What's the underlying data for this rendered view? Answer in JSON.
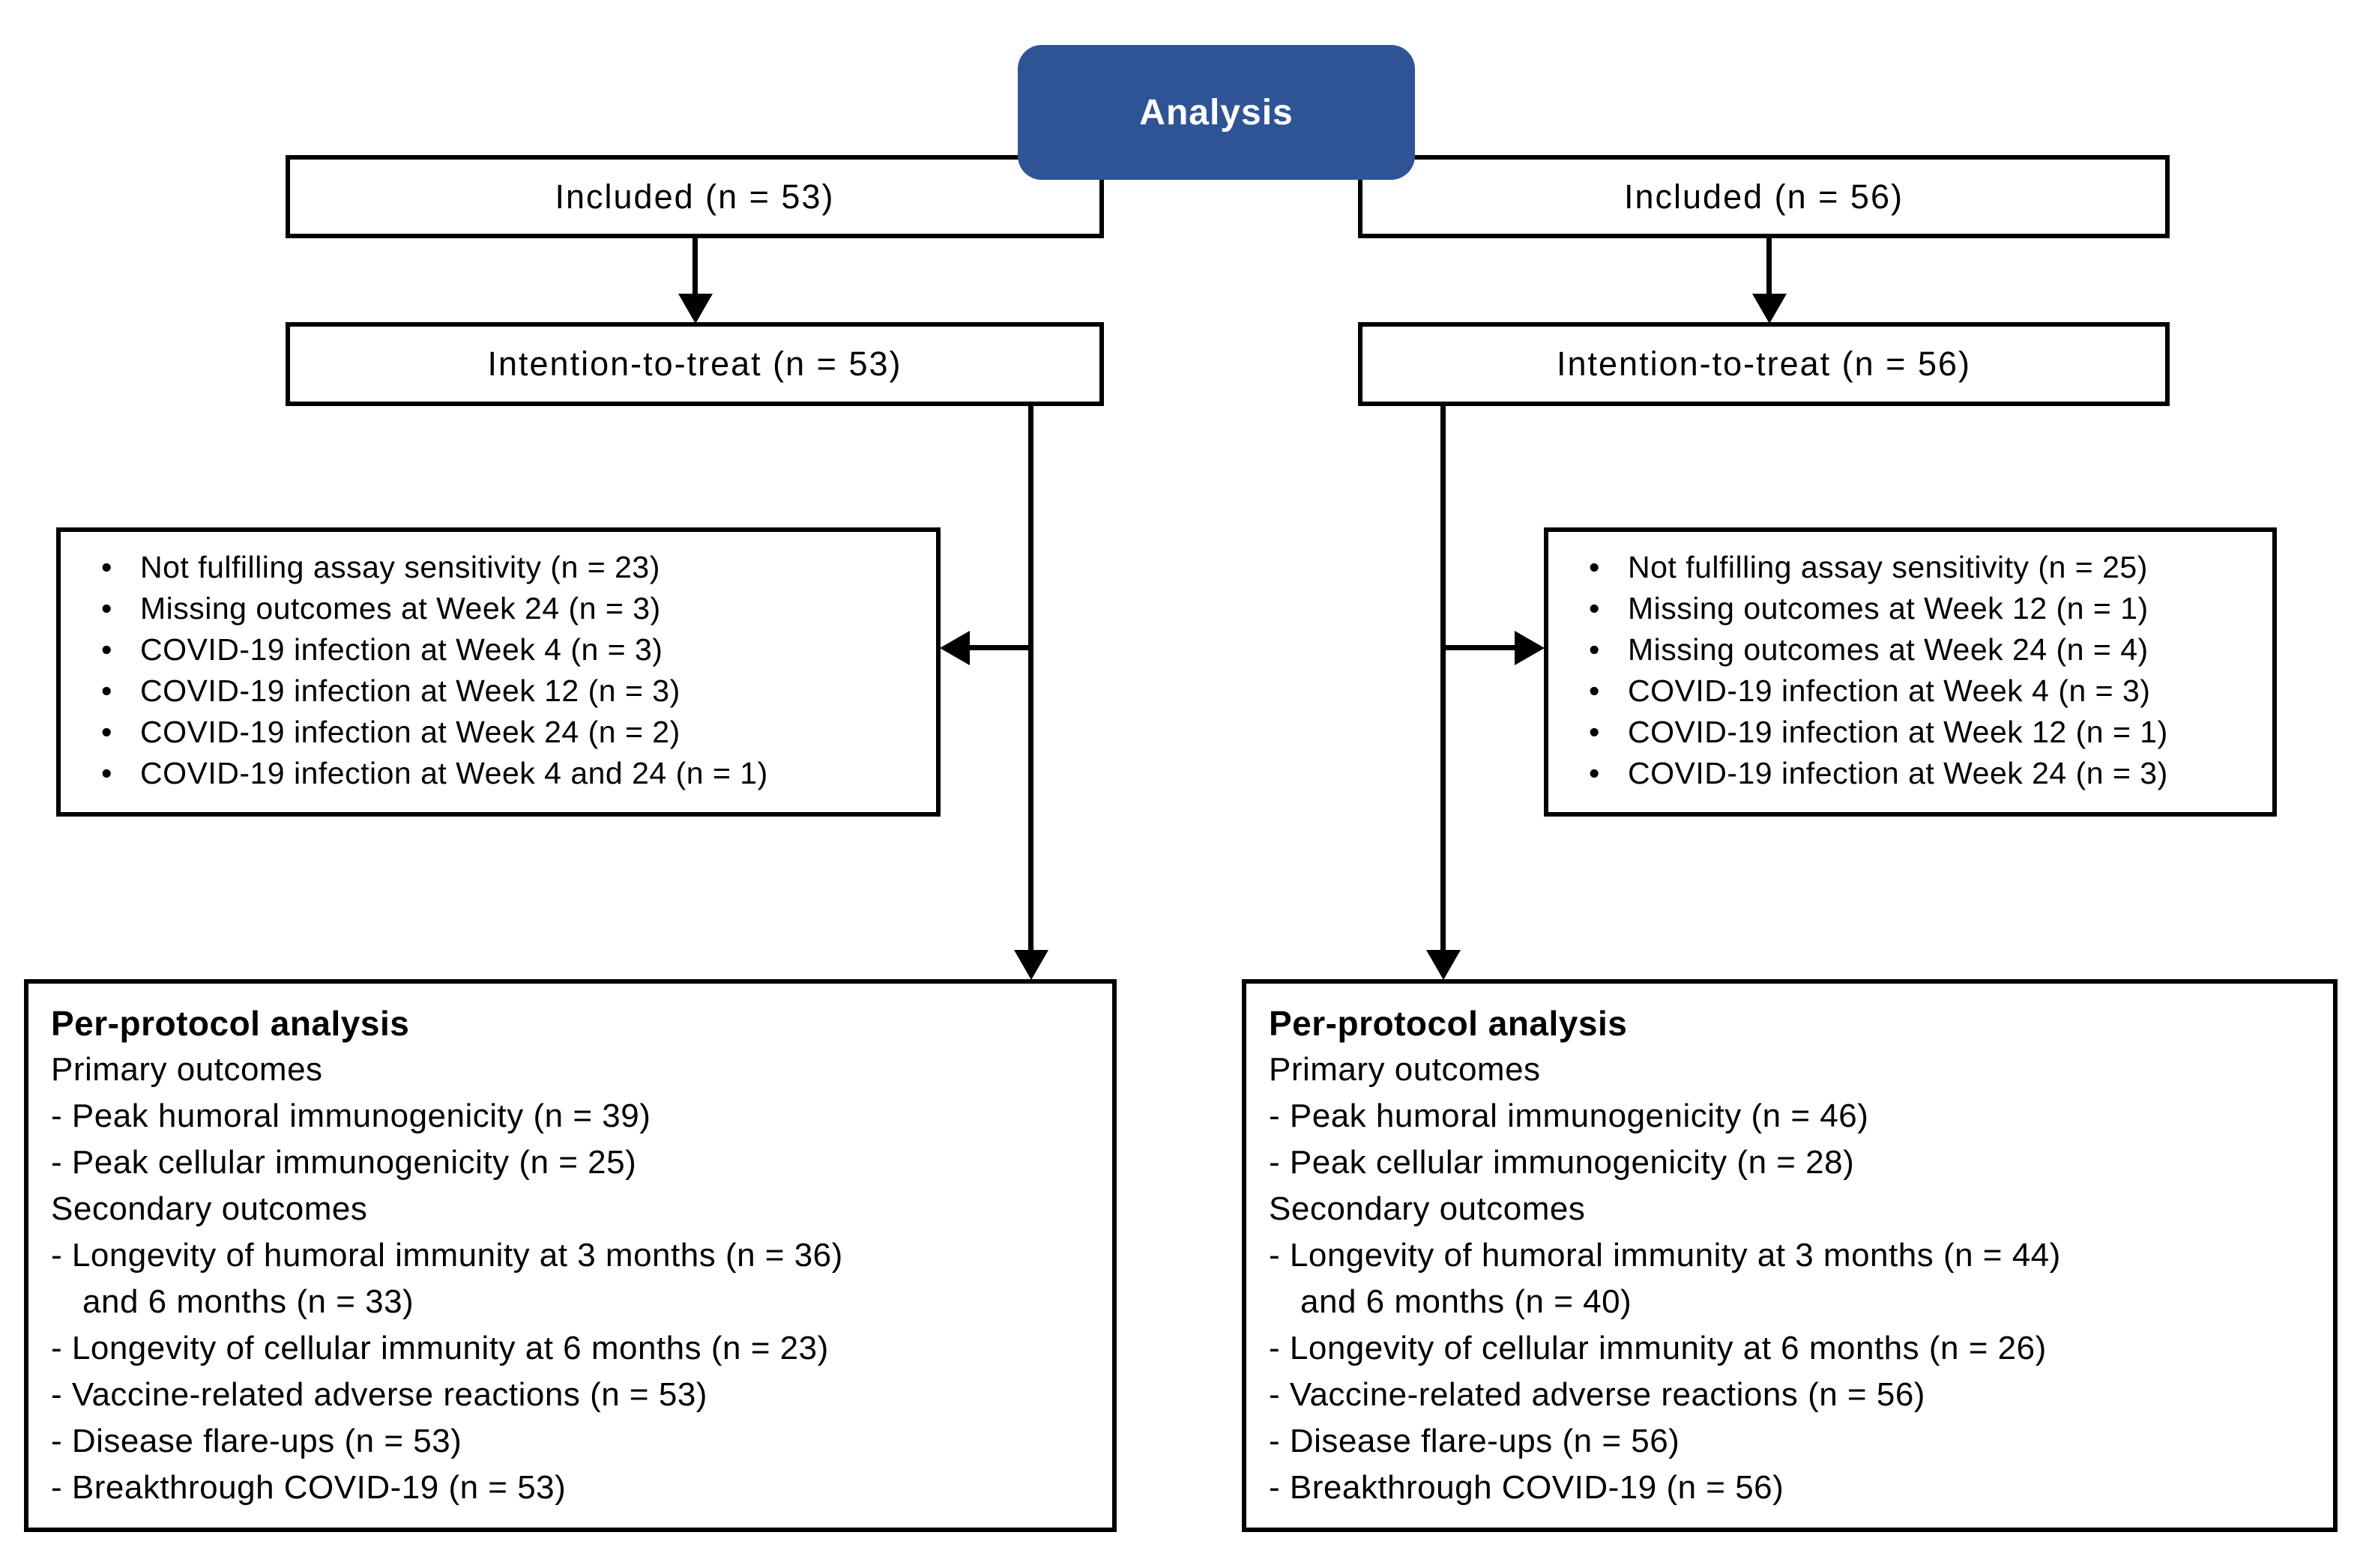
{
  "title": "Analysis",
  "colors": {
    "accent": "#2F5496",
    "border": "#000000",
    "background": "#FFFFFF",
    "title_text": "#FFFFFF",
    "body_text": "#000000"
  },
  "left": {
    "included_label": "Included (n = 53)",
    "itt_label": "Intention-to-treat (n = 53)",
    "exclusions": [
      "Not fulfilling assay sensitivity (n = 23)",
      "Missing outcomes at Week 24 (n = 3)",
      "COVID-19 infection at Week 4 (n = 3)",
      "COVID-19 infection at Week 12 (n = 3)",
      "COVID-19 infection at Week 24 (n = 2)",
      "COVID-19 infection at Week 4 and 24 (n = 1)"
    ],
    "per_protocol": {
      "heading": "Per-protocol analysis",
      "lines": [
        {
          "text": "Primary outcomes"
        },
        {
          "text": "- Peak humoral immunogenicity (n = 39)"
        },
        {
          "text": "- Peak cellular immunogenicity (n = 25)"
        },
        {
          "text": "Secondary outcomes"
        },
        {
          "text": "- Longevity of humoral immunity at 3 months (n = 36)"
        },
        {
          "text": "and 6 months (n = 33)",
          "indent": true
        },
        {
          "text": "- Longevity of cellular immunity at 6 months (n = 23)"
        },
        {
          "text": "- Vaccine-related adverse reactions (n = 53)"
        },
        {
          "text": "- Disease flare-ups (n = 53)"
        },
        {
          "text": "- Breakthrough COVID-19 (n = 53)"
        }
      ]
    }
  },
  "right": {
    "included_label": "Included (n = 56)",
    "itt_label": "Intention-to-treat (n = 56)",
    "exclusions": [
      "Not fulfilling assay sensitivity (n = 25)",
      "Missing outcomes at Week 12 (n = 1)",
      "Missing outcomes at Week 24 (n = 4)",
      "COVID-19 infection at Week 4 (n = 3)",
      "COVID-19 infection at Week 12 (n = 1)",
      "COVID-19 infection at Week 24 (n = 3)"
    ],
    "per_protocol": {
      "heading": "Per-protocol analysis",
      "lines": [
        {
          "text": "Primary outcomes"
        },
        {
          "text": "- Peak humoral immunogenicity (n = 46)"
        },
        {
          "text": "- Peak cellular immunogenicity (n = 28)"
        },
        {
          "text": "Secondary outcomes"
        },
        {
          "text": "- Longevity of humoral immunity at 3 months (n = 44)"
        },
        {
          "text": "and 6 months (n = 40)",
          "indent": true
        },
        {
          "text": "- Longevity of cellular immunity at 6 months (n = 26)"
        },
        {
          "text": "- Vaccine-related adverse reactions (n = 56)"
        },
        {
          "text": "- Disease flare-ups (n = 56)"
        },
        {
          "text": "- Breakthrough COVID-19 (n = 56)"
        }
      ]
    }
  }
}
